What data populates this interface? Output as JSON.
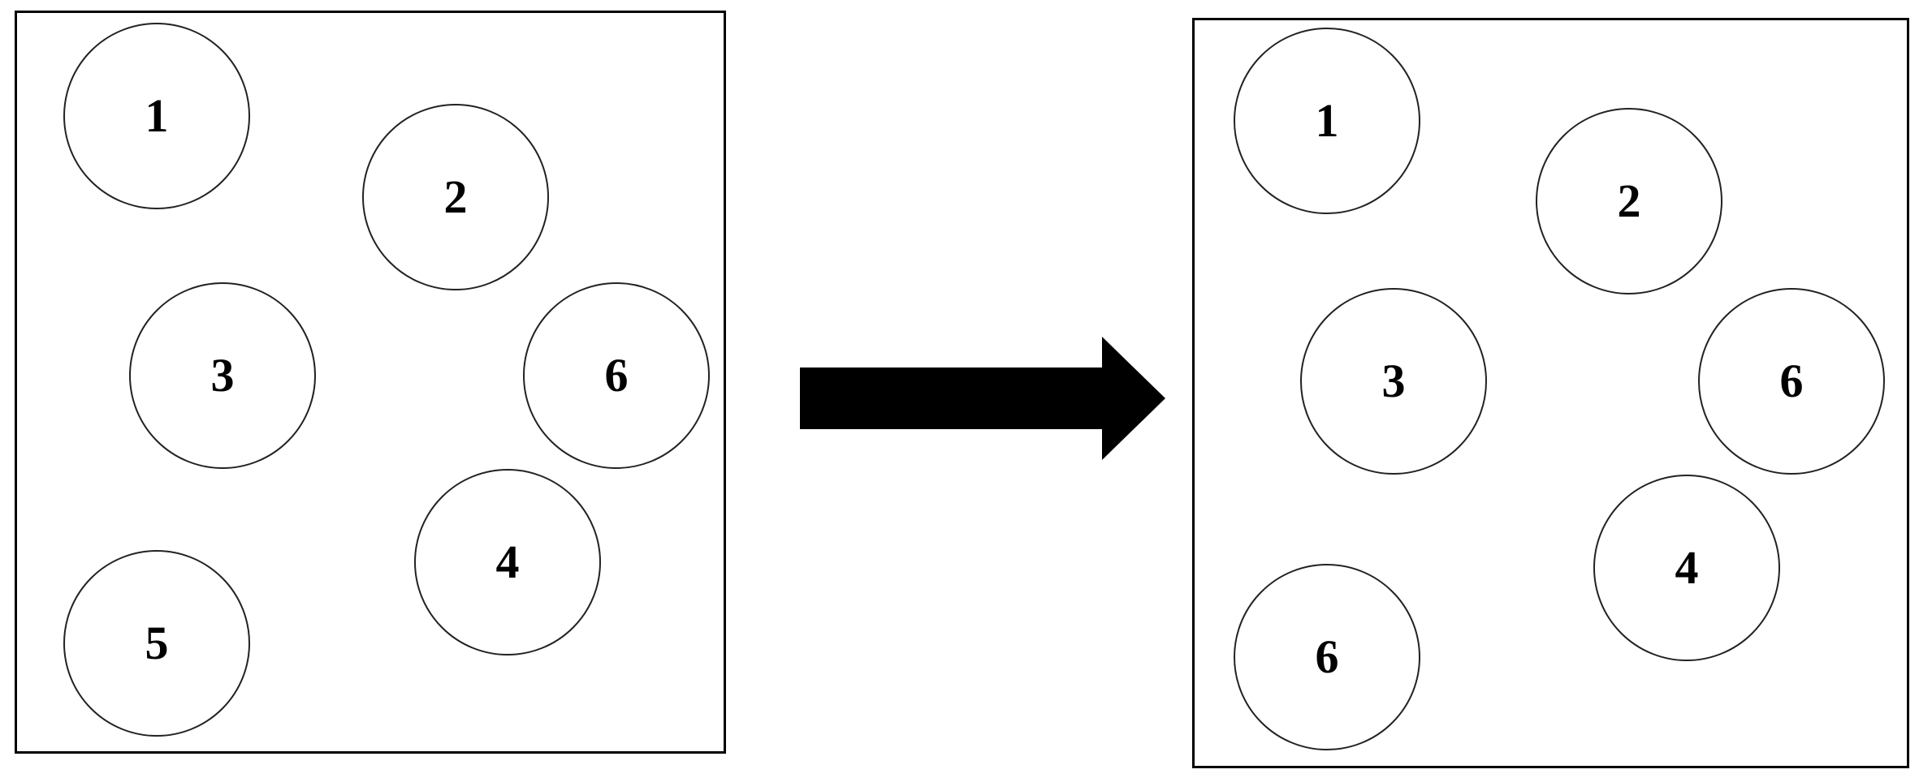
{
  "left_panel": {
    "circles": [
      "1",
      "2",
      "3",
      "4",
      "5",
      "6"
    ]
  },
  "right_panel": {
    "circles": [
      "1",
      "2",
      "3",
      "4",
      "6",
      "6"
    ]
  },
  "colors": {
    "stroke": "#000000",
    "background": "#ffffff"
  },
  "arrow_icon": "right-arrow-icon"
}
